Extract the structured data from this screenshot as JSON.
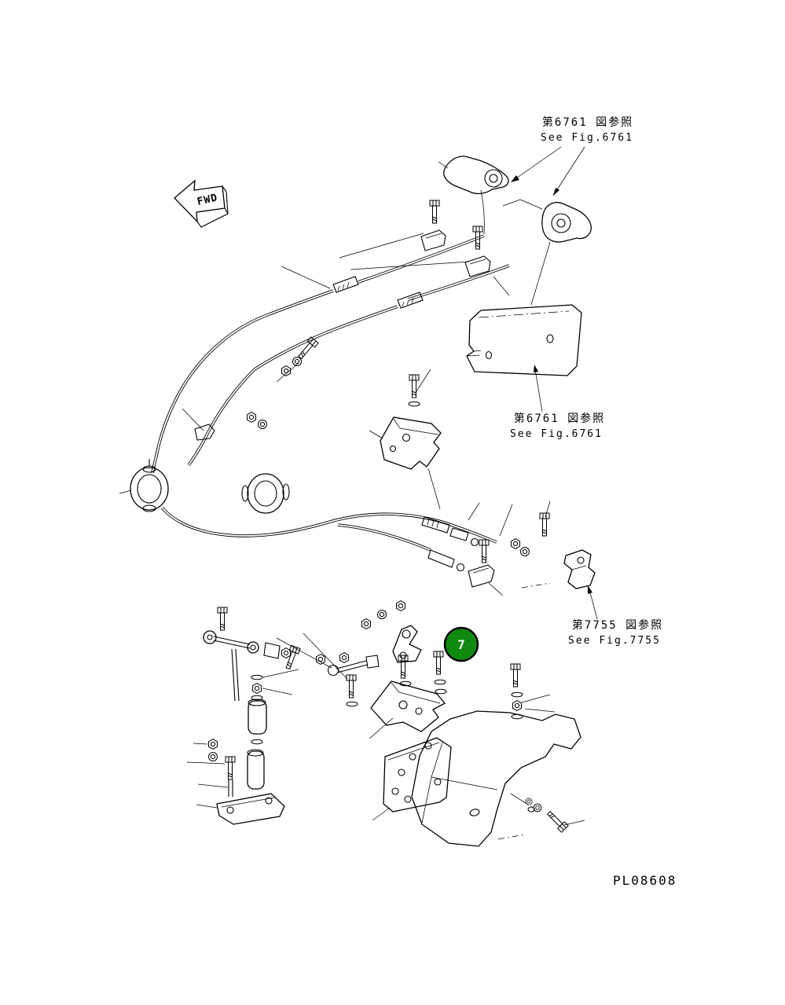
{
  "figure": {
    "part_number": "PL08608",
    "fwd_label": "FWD",
    "callout_7": "7",
    "references": {
      "fig6761_top": {
        "jp": "第6761 図参照",
        "en": "See Fig.6761"
      },
      "fig6761_mid": {
        "jp": "第6761 図参照",
        "en": "See Fig.6761"
      },
      "fig7755": {
        "jp": "第7755 図参照",
        "en": "See Fig.7755"
      }
    },
    "colors": {
      "line": "#000000",
      "background": "#ffffff",
      "callout_green": "#0f8a0f"
    }
  }
}
